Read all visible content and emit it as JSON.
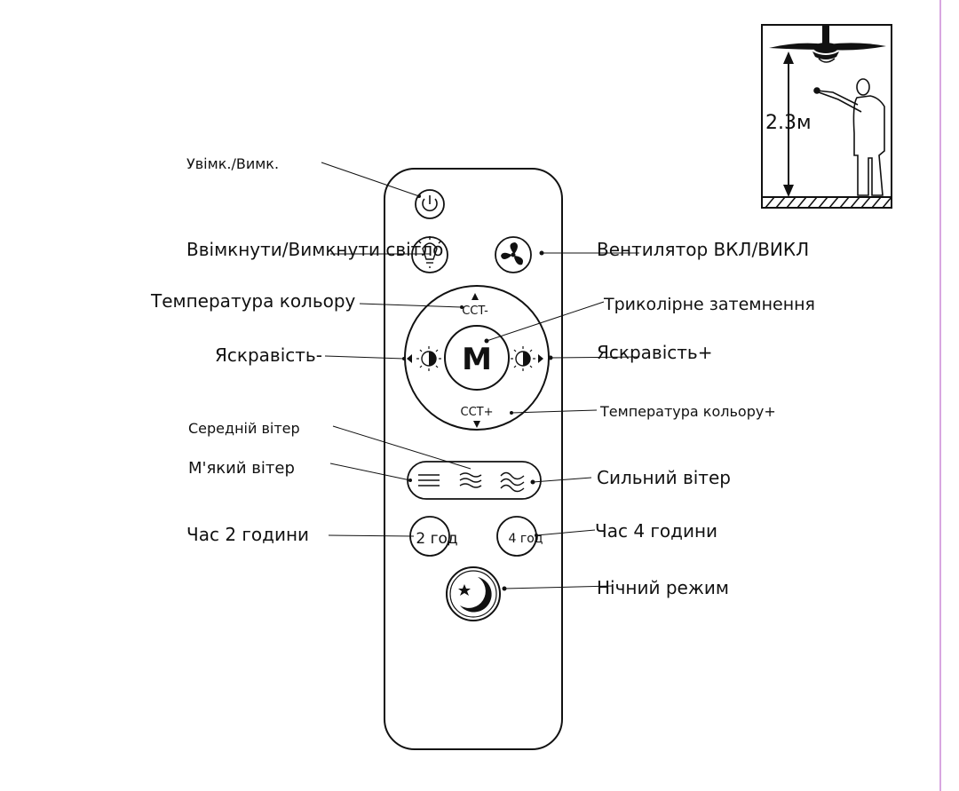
{
  "labels": {
    "power": "Увімк./Вимк.",
    "light": "Ввімкнути/Вимкнути світло",
    "fan": "Вентилятор ВКЛ/ВИКЛ",
    "cct_minus": "Температура кольору",
    "tricolor": "Триколірне затемнення",
    "brightness_minus": "Яскравість-",
    "brightness_plus": "Яскравість+",
    "cct_plus": "Температура кольору+",
    "medium_wind": "Середній вітер",
    "soft_wind": "М'який вітер",
    "strong_wind": "Сильний вітер",
    "timer_2h": "Час 2 години",
    "timer_4h": "Час 4 години",
    "night_mode": "Нічний режим"
  },
  "buttons": {
    "cct_minus": "CCT-",
    "cct_plus": "CCT+",
    "mode": "M",
    "timer_2h": "2 год",
    "timer_4h": "4 год"
  },
  "illustration": {
    "height": "2.3м"
  },
  "colors": {
    "line": "#111111",
    "side_rule": "#d8a6e0"
  }
}
